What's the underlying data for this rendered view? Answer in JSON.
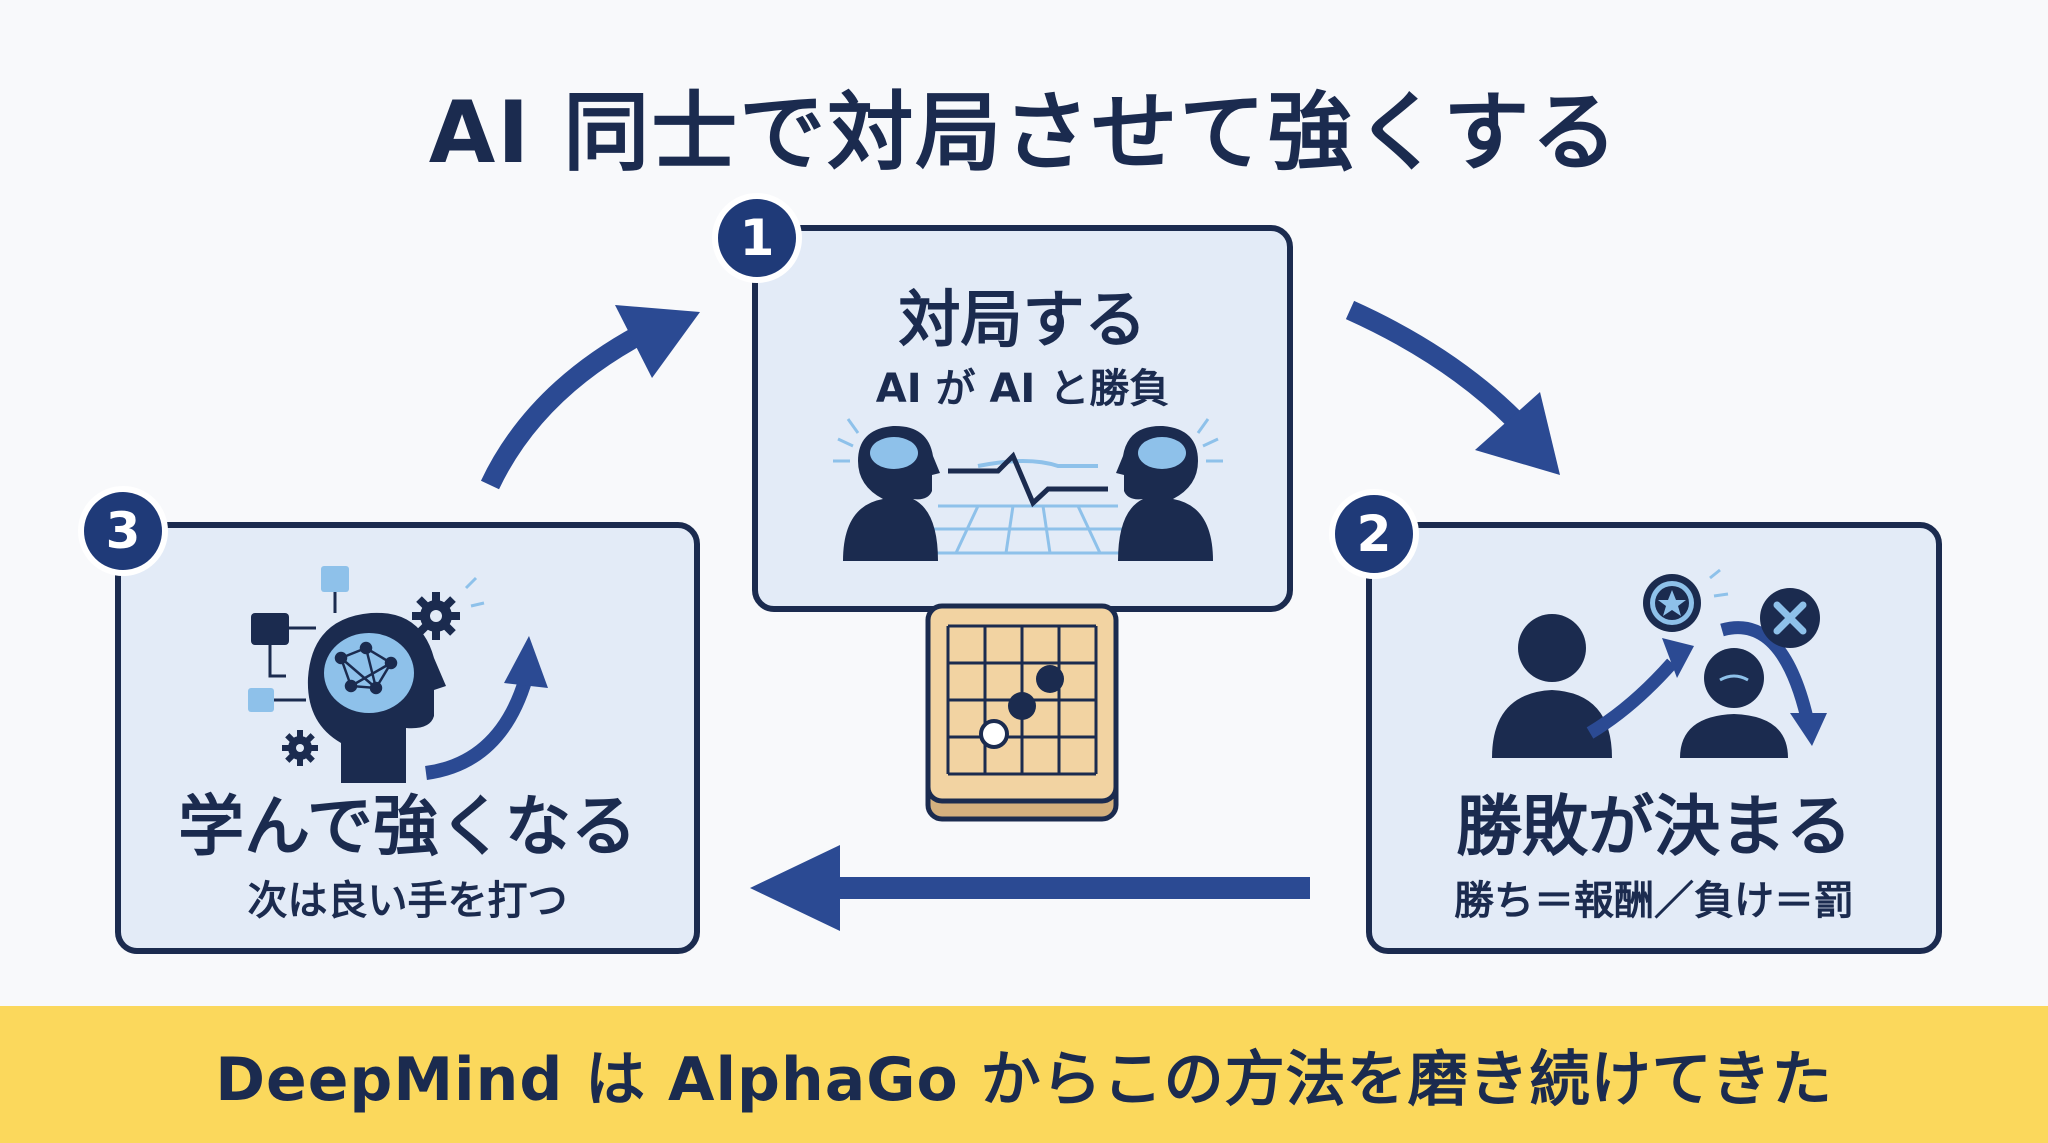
{
  "title": "AI 同士で対局させて強くする",
  "steps": [
    {
      "number": "1",
      "title": "対局する",
      "subtitle": "AI が AI と勝負"
    },
    {
      "number": "2",
      "title": "勝敗が決まる",
      "subtitle": "勝ち＝報酬／負け＝罰"
    },
    {
      "number": "3",
      "title": "学んで強くなる",
      "subtitle": "次は良い手を打つ"
    }
  ],
  "banner": "DeepMind は AlphaGo からこの方法を磨き続けてきた",
  "colors": {
    "navy": "#1b2b4f",
    "arrow_blue": "#2b4a93",
    "card_bg": "#e3ebf7",
    "light_blue": "#8ec1ea",
    "banner_yellow": "#fbd85c",
    "board_wood": "#f2d3a2"
  }
}
